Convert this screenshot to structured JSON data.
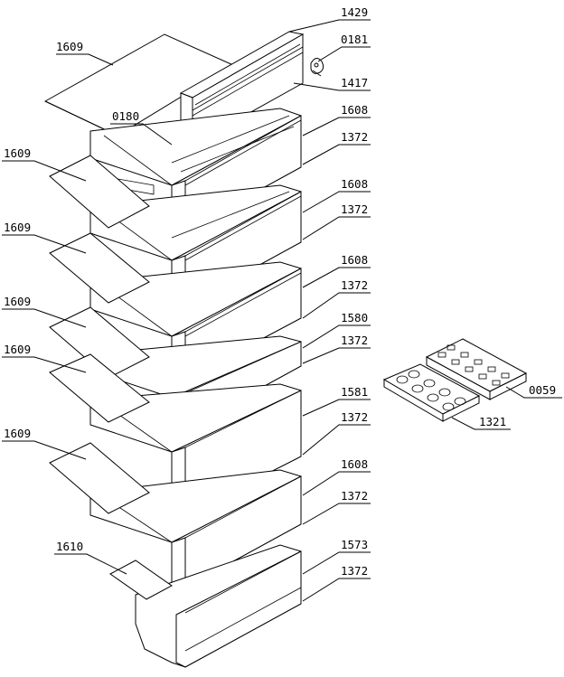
{
  "labels": {
    "l1429": "1429",
    "l0181": "0181",
    "l1609a": "1609",
    "l1417": "1417",
    "l0180": "0180",
    "l1608a": "1608",
    "l1372a": "1372",
    "l1609b": "1609",
    "l1608b": "1608",
    "l1372b": "1372",
    "l1609c": "1609",
    "l1608c": "1608",
    "l1372c": "1372",
    "l1609d": "1609",
    "l1580": "1580",
    "l1372d": "1372",
    "l1609e": "1609",
    "l0059": "0059",
    "l1581": "1581",
    "l1321": "1321",
    "l1372e": "1372",
    "l1609f": "1609",
    "l1608d": "1608",
    "l1372f": "1372",
    "l1610": "1610",
    "l1573": "1573",
    "l1372g": "1372"
  }
}
